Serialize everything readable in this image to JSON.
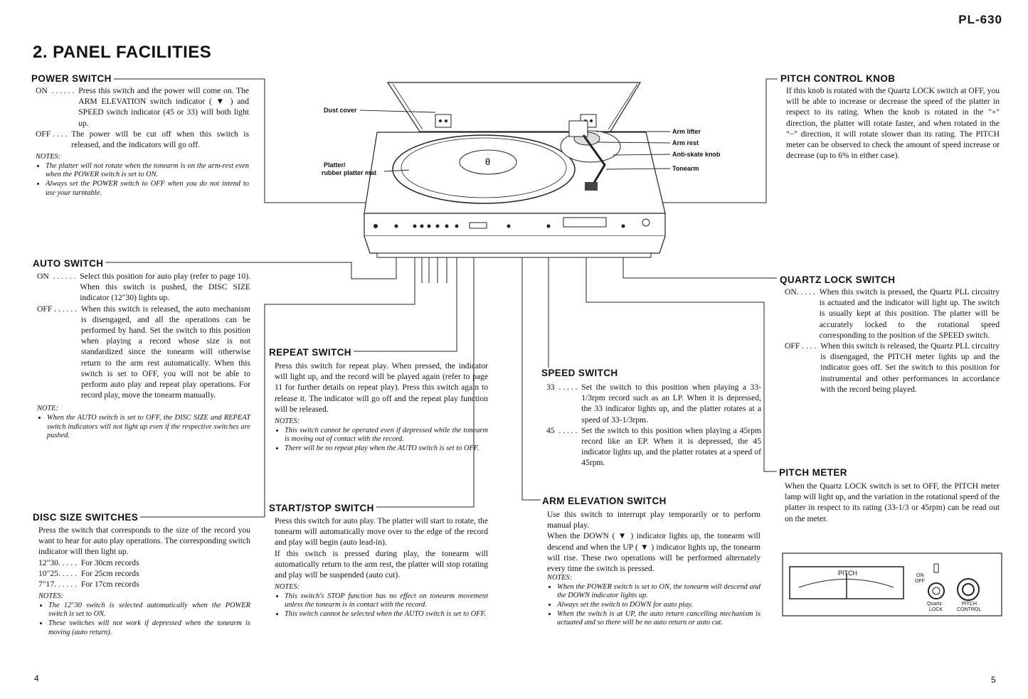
{
  "header": {
    "model": "PL-630",
    "title": "2. PANEL FACILITIES"
  },
  "diagram_labels": {
    "dust_cover": "Dust cover",
    "platter": "Platter/",
    "platter2": "rubber platter mat",
    "arm_lifter": "Arm lifter",
    "arm_rest": "Arm rest",
    "anti_skate": "Anti-skate knob",
    "tonearm": "Tonearm"
  },
  "power": {
    "title": "POWER SWITCH",
    "on_term": "ON  . . . . . .  ",
    "on_text": "Press this switch and the power will come on. The ARM ELEVATION switch indicator ( ▼ ) and SPEED switch indicator (45 or 33) will both light up.",
    "off_term": "OFF . . . .  ",
    "off_text": "The power will be cut off when this switch is released, and the indicators will go off.",
    "notes_title": "NOTES:",
    "notes": [
      "The platter will not rotate when the tonearm is on the arm-rest even when the POWER switch is set to ON.",
      "Always set the POWER switch to OFF when you do not intend to use your turntable."
    ]
  },
  "auto": {
    "title": "AUTO SWITCH",
    "on_term": "ON  . . . . . .  ",
    "on_text": "Select this position for auto play (refer to page 10). When this switch is pushed, the DISC SIZE indicator (12\"30) lights up.",
    "off_term": "OFF . . . . . .  ",
    "off_text": "When this switch is released, the auto mechanism is disengaged, and all the operations can be performed by hand. Set the switch to this position when playing a record whose size is not standardized since the tonearm will otherwise return to the arm rest automatically. When this switch is set to OFF, you will not be able to perform auto play and repeat play operations. For record play, move the tonearm manually.",
    "notes_title": "NOTE:",
    "notes": [
      "When the AUTO switch is set to OFF, the DISC SIZE and REPEAT switch indicators will not light up even if the respective switches are pushed."
    ]
  },
  "disc": {
    "title": "DISC SIZE SWITCHES",
    "text": "Press the switch that corresponds to the size of the record you want to hear for auto play operations. The corresponding switch indicator will then light up.",
    "rows": [
      {
        "term": "12\"30. . . . .  ",
        "desc": "For 30cm records"
      },
      {
        "term": "10\"25. . . . .  ",
        "desc": "For 25cm records"
      },
      {
        "term": "7\"17. . . . . .  ",
        "desc": "For 17cm records"
      }
    ],
    "notes_title": "NOTES:",
    "notes": [
      "The 12\"30 switch is selected automatically when the POWER switch is set to ON.",
      "These switches will not work if depressed when the tonearm is moving (auto return)."
    ]
  },
  "repeat": {
    "title": "REPEAT SWITCH",
    "text": "Press this switch for repeat play. When pressed, the indicator will light up, and the record will be played again (refer to page 11 for further details on repeat play). Press this switch again to release it. The indicator will go off and the repeat play function will be released.",
    "notes_title": "NOTES:",
    "notes": [
      "This switch cannot be operated even if depressed while the tonearm is moving out of contact with the record.",
      "There will be no repeat play when the AUTO switch is set to OFF."
    ]
  },
  "startstop": {
    "title": "START/STOP SWITCH",
    "text1": "Press this switch for auto play. The platter will start to rotate, the tonearm will automatically move over to the edge of the record and play will begin (auto lead-in).",
    "text2": "If this switch is pressed during play, the tonearm will automatically return to the arm rest, the platter will stop rotating and play will be suspended (auto cut).",
    "notes_title": "NOTES:",
    "notes": [
      "This switch's STOP function has no effect on tonearm movement unless the tonearm is in contact with the record.",
      "This switch cannot be selected when the AUTO switch is set to OFF."
    ]
  },
  "speed": {
    "title": "SPEED SWITCH",
    "t33": "33  . . . . .  ",
    "d33": "Set the switch to this position when playing a 33-1/3rpm record such as an LP. When it is depressed, the 33 indicator lights up, and the platter rotates at a speed of 33-1/3rpm.",
    "t45": "45  . . . . .  ",
    "d45": "Set the switch to this position when playing a 45rpm record like an EP. When it is depressed, the 45 indicator lights up, and the platter rotates at a speed of 45rpm."
  },
  "arm": {
    "title": "ARM ELEVATION SWITCH",
    "text1": "Use this switch to interrupt play temporarily or to perform manual play.",
    "text2": "When the DOWN ( ▼ ) indicator lights up, the tonearm will descend and when the UP ( ▼ ) indicator lights up, the tonearm will rise. These two operations will be performed alternately every time the switch is pressed.",
    "notes_title": "NOTES:",
    "notes": [
      "When the POWER switch is set to ON, the tonearm will descend and the DOWN indicator lights up.",
      "Always set the switch to DOWN for auto play.",
      "When the switch is at UP, the auto return cancelling mechanism is actuated and so there will be no auto return or auto cut."
    ]
  },
  "pitchknob": {
    "title": "PITCH CONTROL KNOB",
    "text": "If this knob is rotated with the Quartz LOCK switch at OFF, you will be able to increase or decrease the speed of the platter in respect to its rating. When the knob is rotated in the \"+\" direction, the platter will rotate faster, and when rotated in the \"−\" direction, it will rotate slower than its rating. The PITCH meter can be observed to check the amount of speed increase or decrease (up to 6% in either case)."
  },
  "quartz": {
    "title": "QUARTZ LOCK SWITCH",
    "on_term": "ON. . . . .  ",
    "on_text": "When this switch is pressed, the Quartz PLL circuitry is actuated and the indicator will light up. The switch is usually kept at this position. The platter will be accurately locked to the rotational speed corresponding to the position of the SPEED switch.",
    "off_term": "OFF . . . .  ",
    "off_text": "When this switch is released, the Quartz PLL circuitry is disengaged, the PITCH meter lights up and the indicator goes off. Set the switch to this position for instrumental and other performances in accordance with the record being played."
  },
  "pitchmeter": {
    "title": "PITCH METER",
    "text": "When the Quartz LOCK switch is set to OFF, the PITCH meter lamp will light up, and the variation in the rotational speed of the platter in respect to its rating (33-1/3 or 45rpm) can be read out on the meter."
  },
  "meter_panel": {
    "pitch": "PITCH",
    "on_off": "ON",
    "off": "OFF",
    "quartz": "Quartz",
    "lock": "LOCK",
    "pitch_lbl": "PITCH",
    "control": "CONTROL"
  },
  "footer": {
    "left_page": "4",
    "right_page": "5"
  }
}
